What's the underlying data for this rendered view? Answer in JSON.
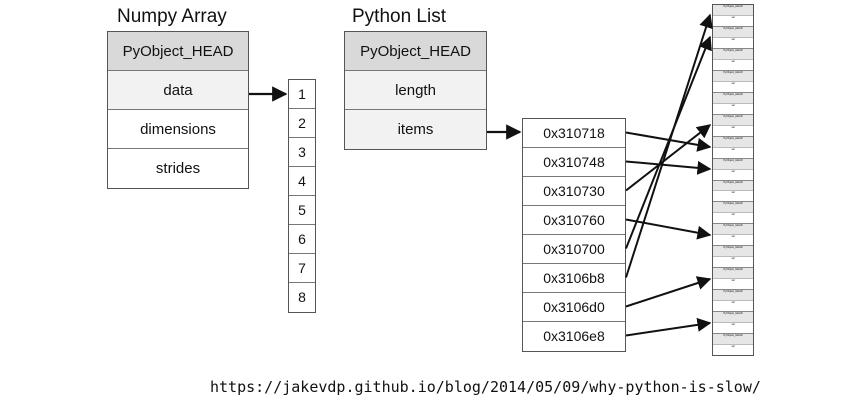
{
  "numpy": {
    "title": "Numpy Array",
    "fields": [
      "PyObject_HEAD",
      "data",
      "dimensions",
      "strides"
    ]
  },
  "array": {
    "elements": [
      "1",
      "2",
      "3",
      "4",
      "5",
      "6",
      "7",
      "8"
    ]
  },
  "pylist": {
    "title": "Python List",
    "fields": [
      "PyObject_HEAD",
      "length",
      "items"
    ]
  },
  "pointers": [
    "0x310718",
    "0x310748",
    "0x310730",
    "0x310760",
    "0x310700",
    "0x3106b8",
    "0x3106d0",
    "0x3106e8"
  ],
  "objects": {
    "count": 16,
    "header_text": "PyObject_HEAD",
    "value_text": "val"
  },
  "pointer_targets": [
    6,
    7,
    5,
    10,
    1,
    0,
    12,
    14
  ],
  "footer": {
    "url": "https://jakevdp.github.io/blog/2014/05/09/why-python-is-slow/"
  }
}
